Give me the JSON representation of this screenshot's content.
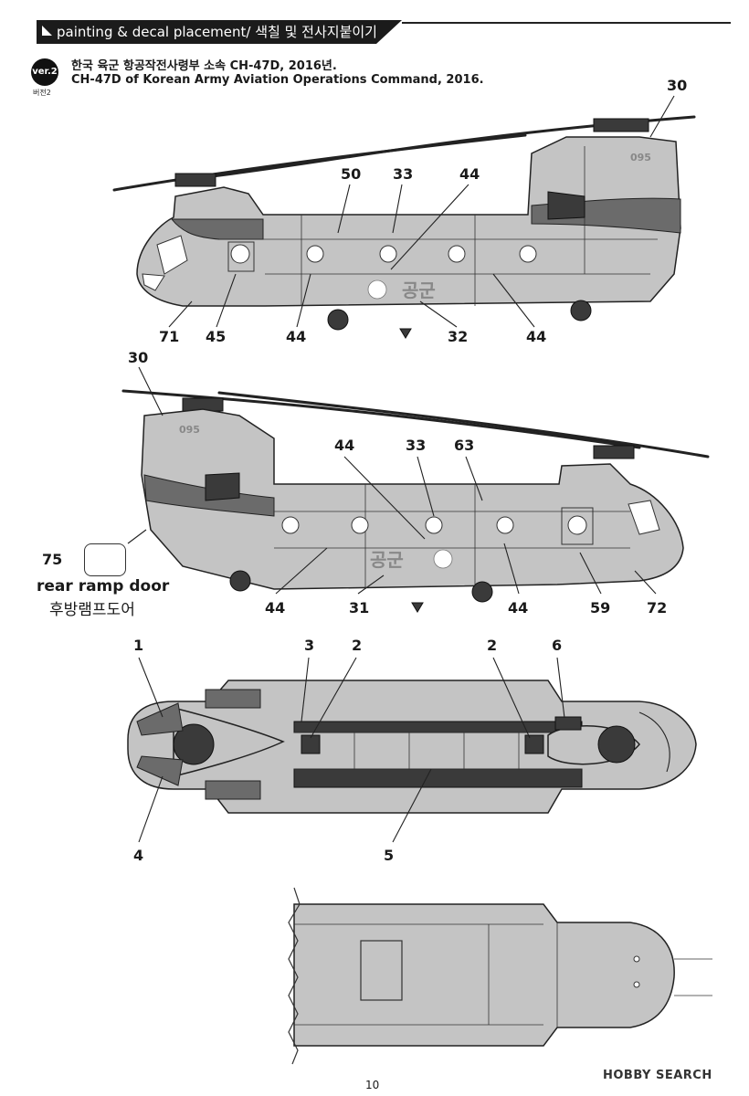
{
  "header": {
    "title": "painting & decal placement/ 색칠 및 전사지붙이기"
  },
  "version": {
    "badge": "ver.2",
    "sub": "버전2"
  },
  "subject": {
    "title_ko": "한국 육군 항공작전사령부 소속 CH-47D, 2016년.",
    "title_en": "CH-47D of Korean Army Aviation Operations Command, 2016."
  },
  "aircraft_markings": {
    "roundel_text": "공군",
    "tail_number": "095"
  },
  "callouts": {
    "side1": [
      "30",
      "50",
      "33",
      "44",
      "71",
      "45",
      "44",
      "32",
      "44"
    ],
    "side2": [
      "30",
      "44",
      "33",
      "63",
      "44",
      "31",
      "44",
      "59",
      "72"
    ],
    "top": [
      "1",
      "3",
      "2",
      "2",
      "6",
      "4",
      "5"
    ]
  },
  "rear_ramp": {
    "number": "75",
    "label_en": "rear ramp door",
    "label_ko": "후방램프도어"
  },
  "footer": {
    "page": "10",
    "watermark": "HOBBY SEARCH"
  }
}
